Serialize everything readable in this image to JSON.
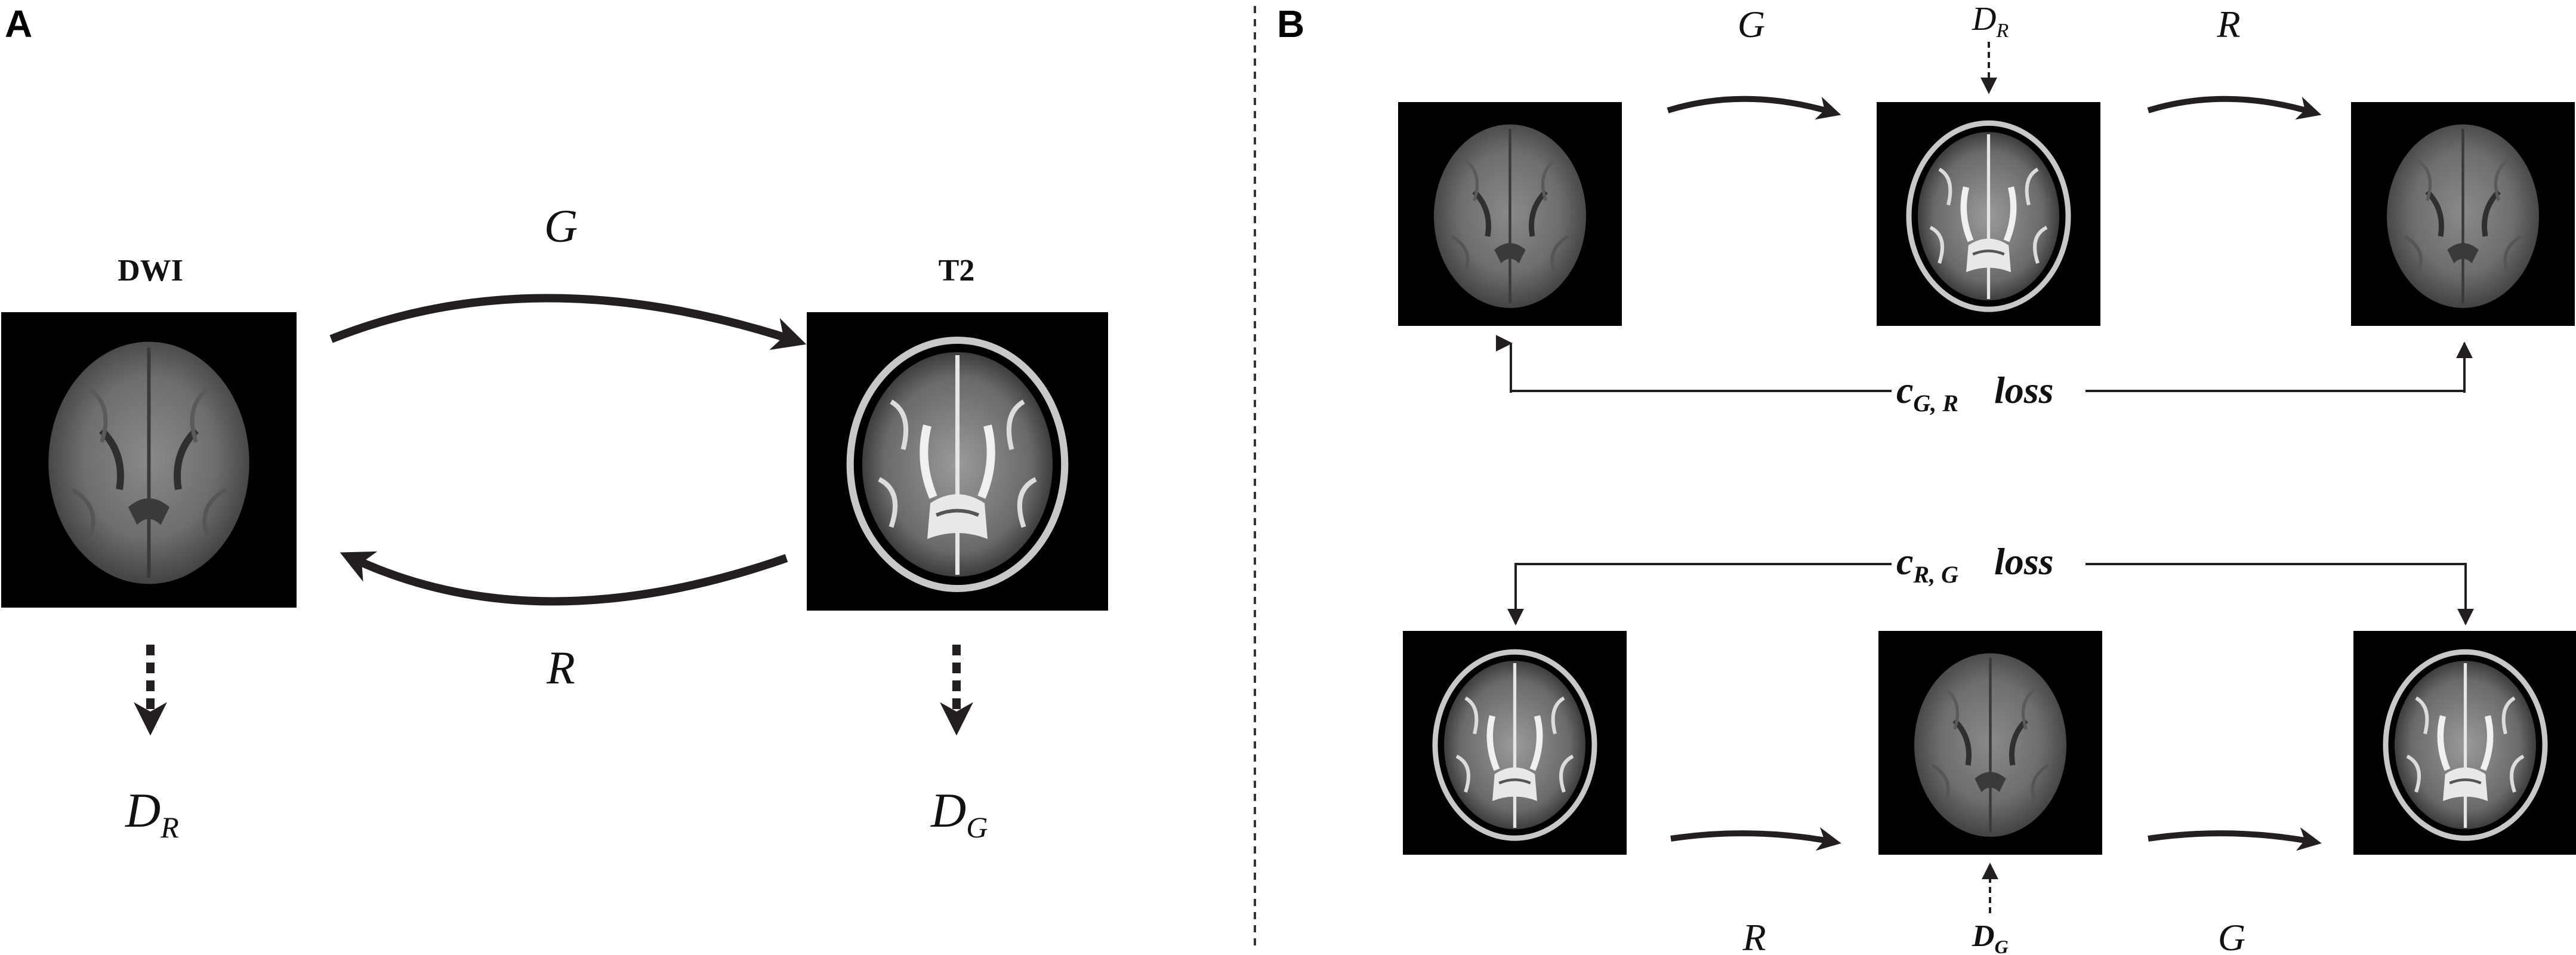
{
  "panel_a": {
    "label": "A",
    "dwi_label": "DWI",
    "t2_label": "T2",
    "g_label": "G",
    "r_label": "R",
    "d_r": {
      "main": "D",
      "sub": "R"
    },
    "d_g": {
      "main": "D",
      "sub": "G"
    }
  },
  "panel_b": {
    "label": "B",
    "top_cycle": {
      "g_label": "G",
      "r_label": "R",
      "disc": {
        "main": "D",
        "sub": "R"
      },
      "cycle_loss": {
        "main": "c",
        "sub": "G, R",
        "word": "loss"
      }
    },
    "bottom_cycle": {
      "r_label": "R",
      "g_label": "G",
      "disc": {
        "main": "D",
        "sub": "G"
      },
      "cycle_loss": {
        "main": "c",
        "sub": "R, G",
        "word": "loss"
      }
    }
  },
  "colors": {
    "arrow": "#231f20",
    "image_bg": "#000000"
  },
  "icons": {
    "dwi_scan": "brain-mri-dwi-icon",
    "t2_scan": "brain-mri-t2-icon"
  }
}
